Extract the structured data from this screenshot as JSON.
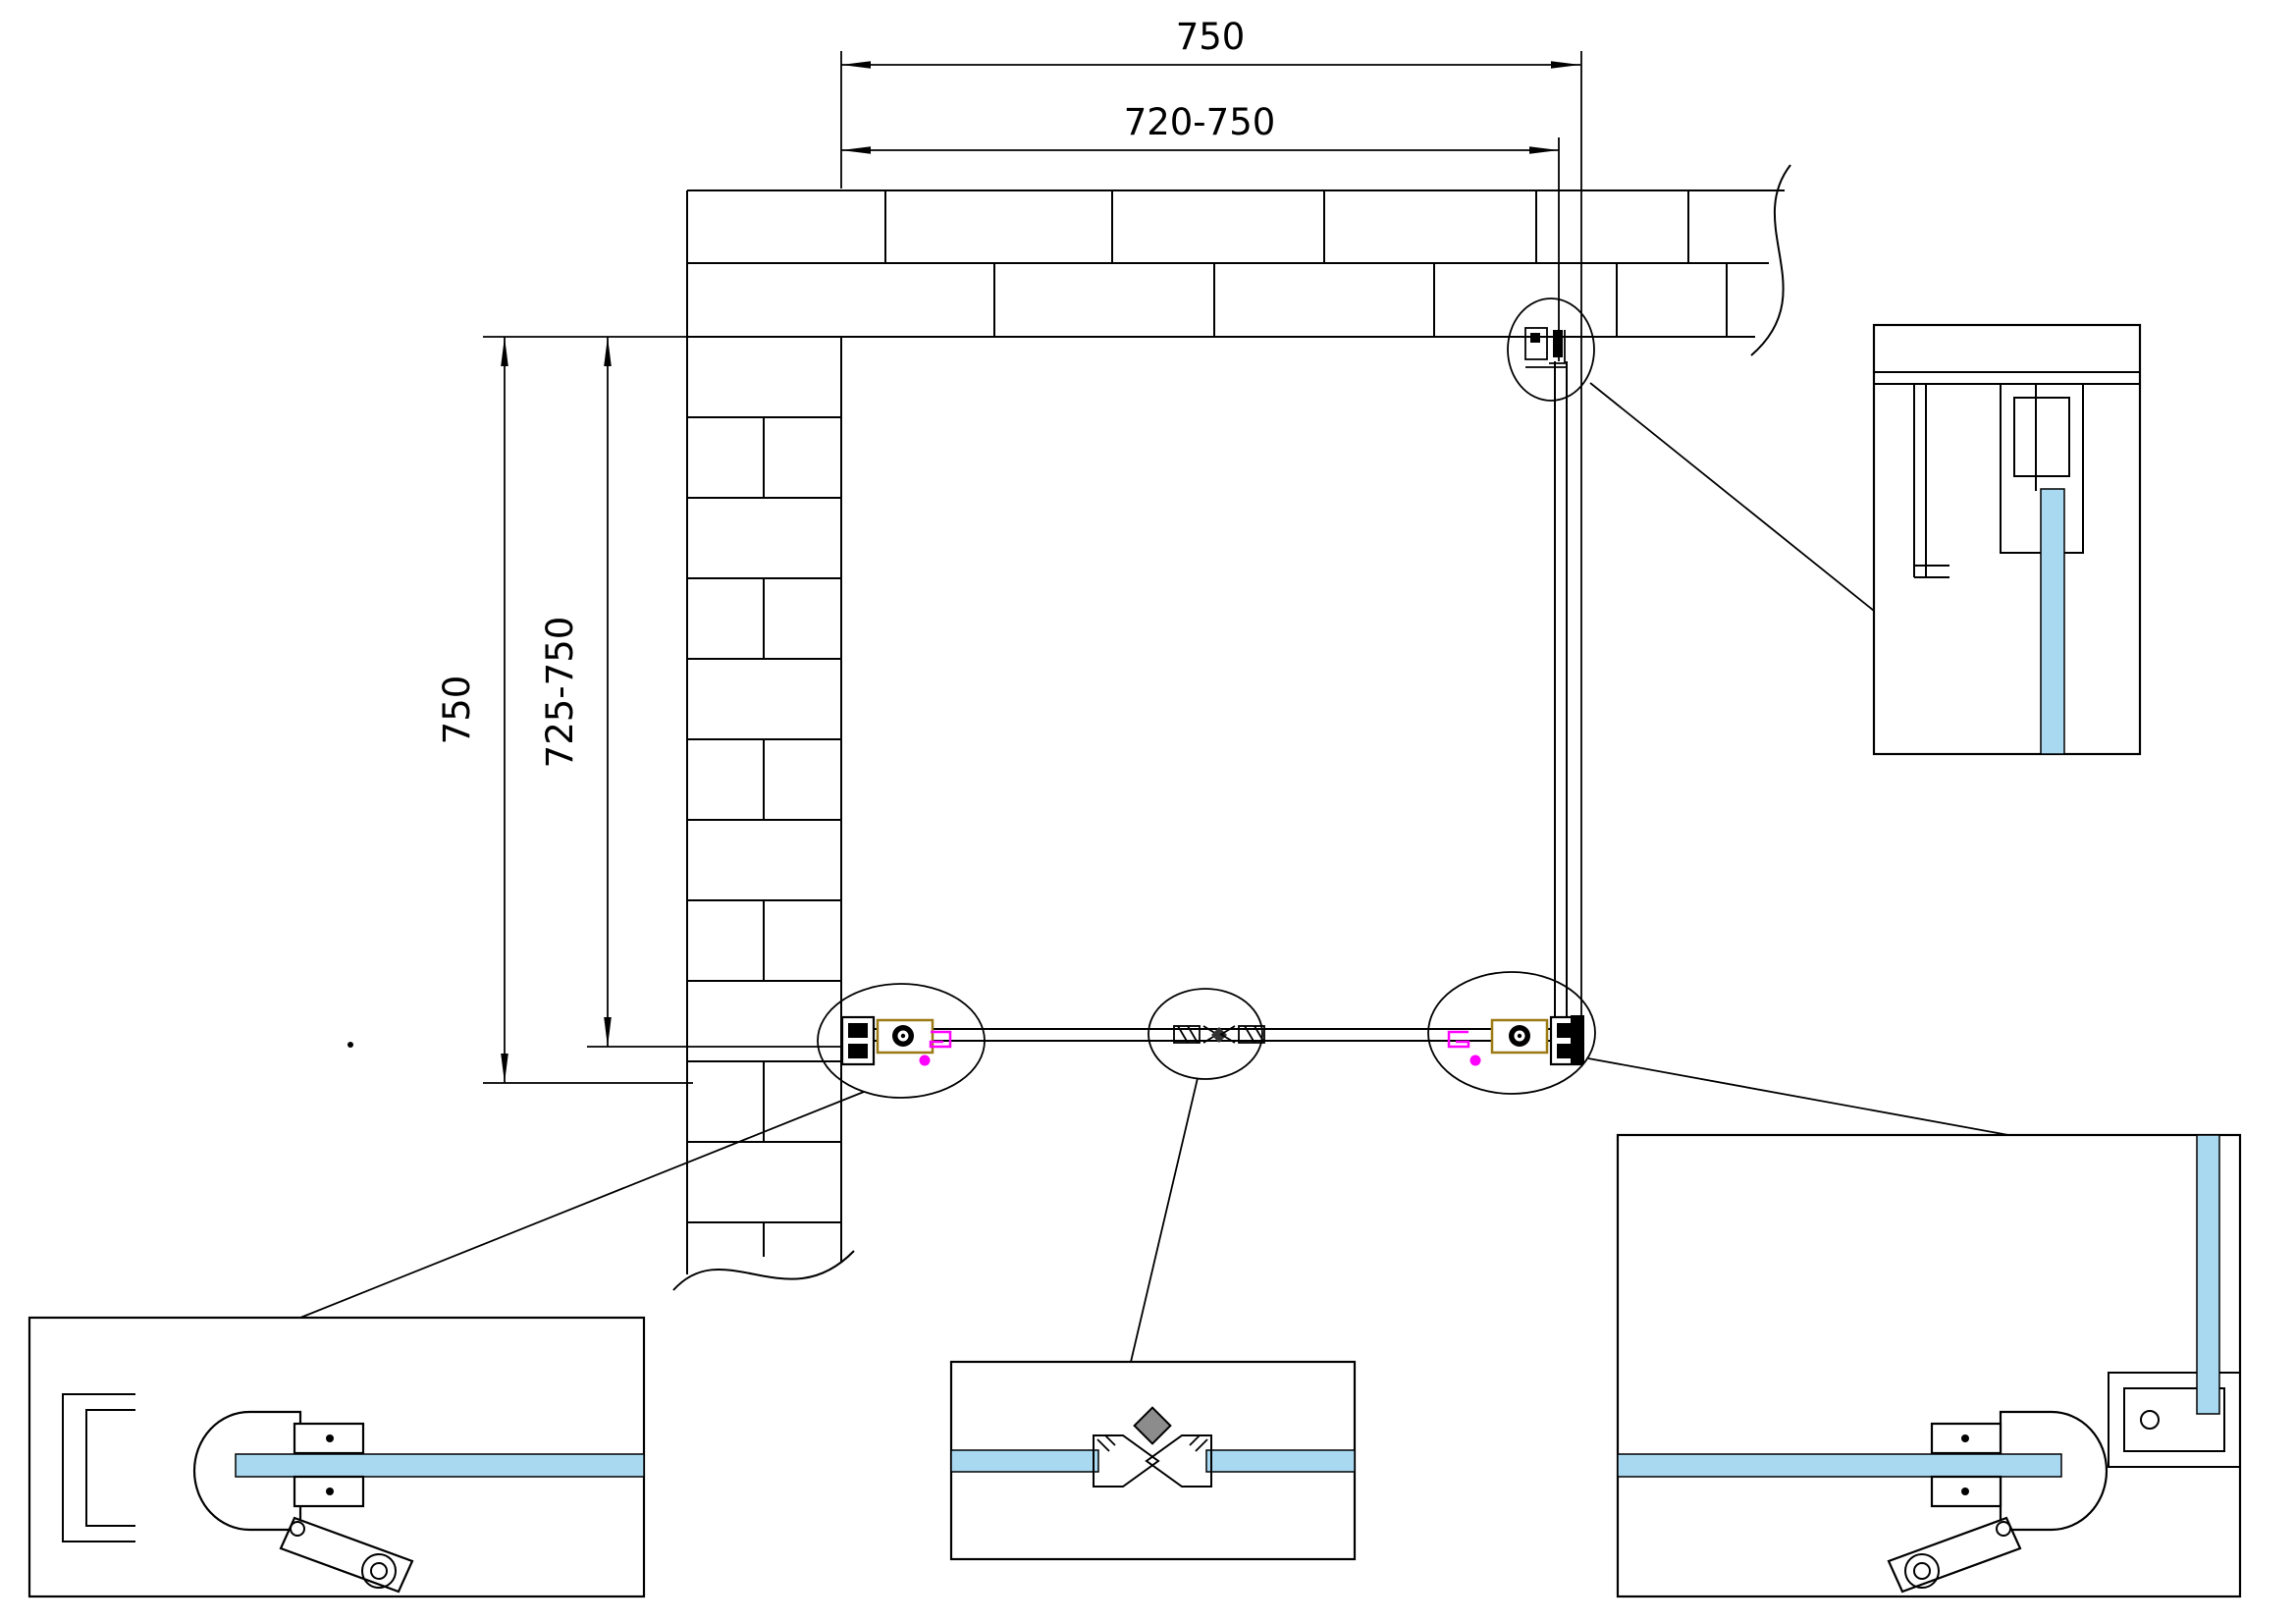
{
  "drawing": {
    "dimensions": {
      "width_overall": "750",
      "width_adjustable": "720-750",
      "depth_overall": "750",
      "depth_adjustable": "725-750"
    },
    "colors": {
      "line": "#000000",
      "glass": "#a9d9f1",
      "magenta": "#ff00ff",
      "hinge_frame": "#9c7a14",
      "magnet": "#8c8c8c"
    }
  }
}
